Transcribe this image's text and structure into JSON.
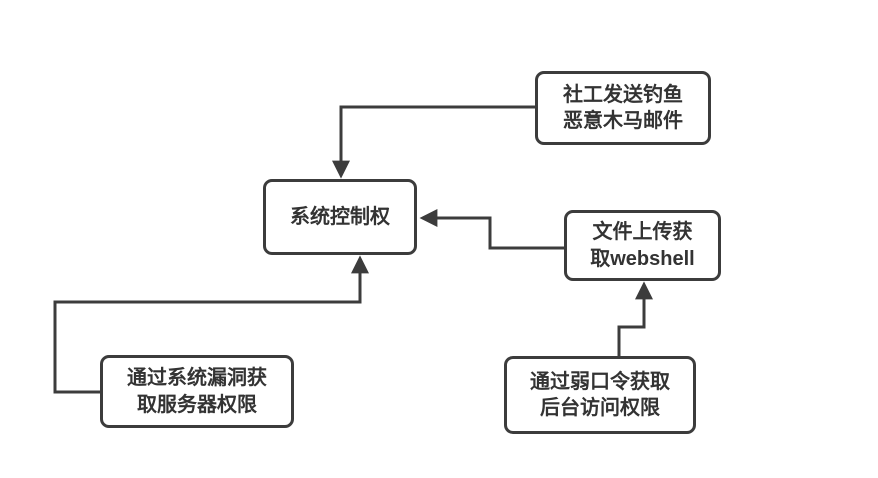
{
  "diagram": {
    "type": "flowchart",
    "colors": {
      "stroke": "#3c3c3c",
      "text": "#333333",
      "node_fill": "#ffffff",
      "background": "#ffffff"
    },
    "nodes": [
      {
        "id": "phishing-email",
        "label": "社工发送钓鱼\n恶意木马邮件"
      },
      {
        "id": "system-control",
        "label": "系统控制权"
      },
      {
        "id": "webshell-upload",
        "label": "文件上传获\n取webshell"
      },
      {
        "id": "system-vuln",
        "label": "通过系统漏洞获\n取服务器权限"
      },
      {
        "id": "weak-password",
        "label": "通过弱口令获取\n后台访问权限"
      }
    ],
    "edges": [
      {
        "from": "phishing-email",
        "to": "system-control"
      },
      {
        "from": "webshell-upload",
        "to": "system-control"
      },
      {
        "from": "system-vuln",
        "to": "system-control"
      },
      {
        "from": "weak-password",
        "to": "webshell-upload"
      }
    ]
  }
}
